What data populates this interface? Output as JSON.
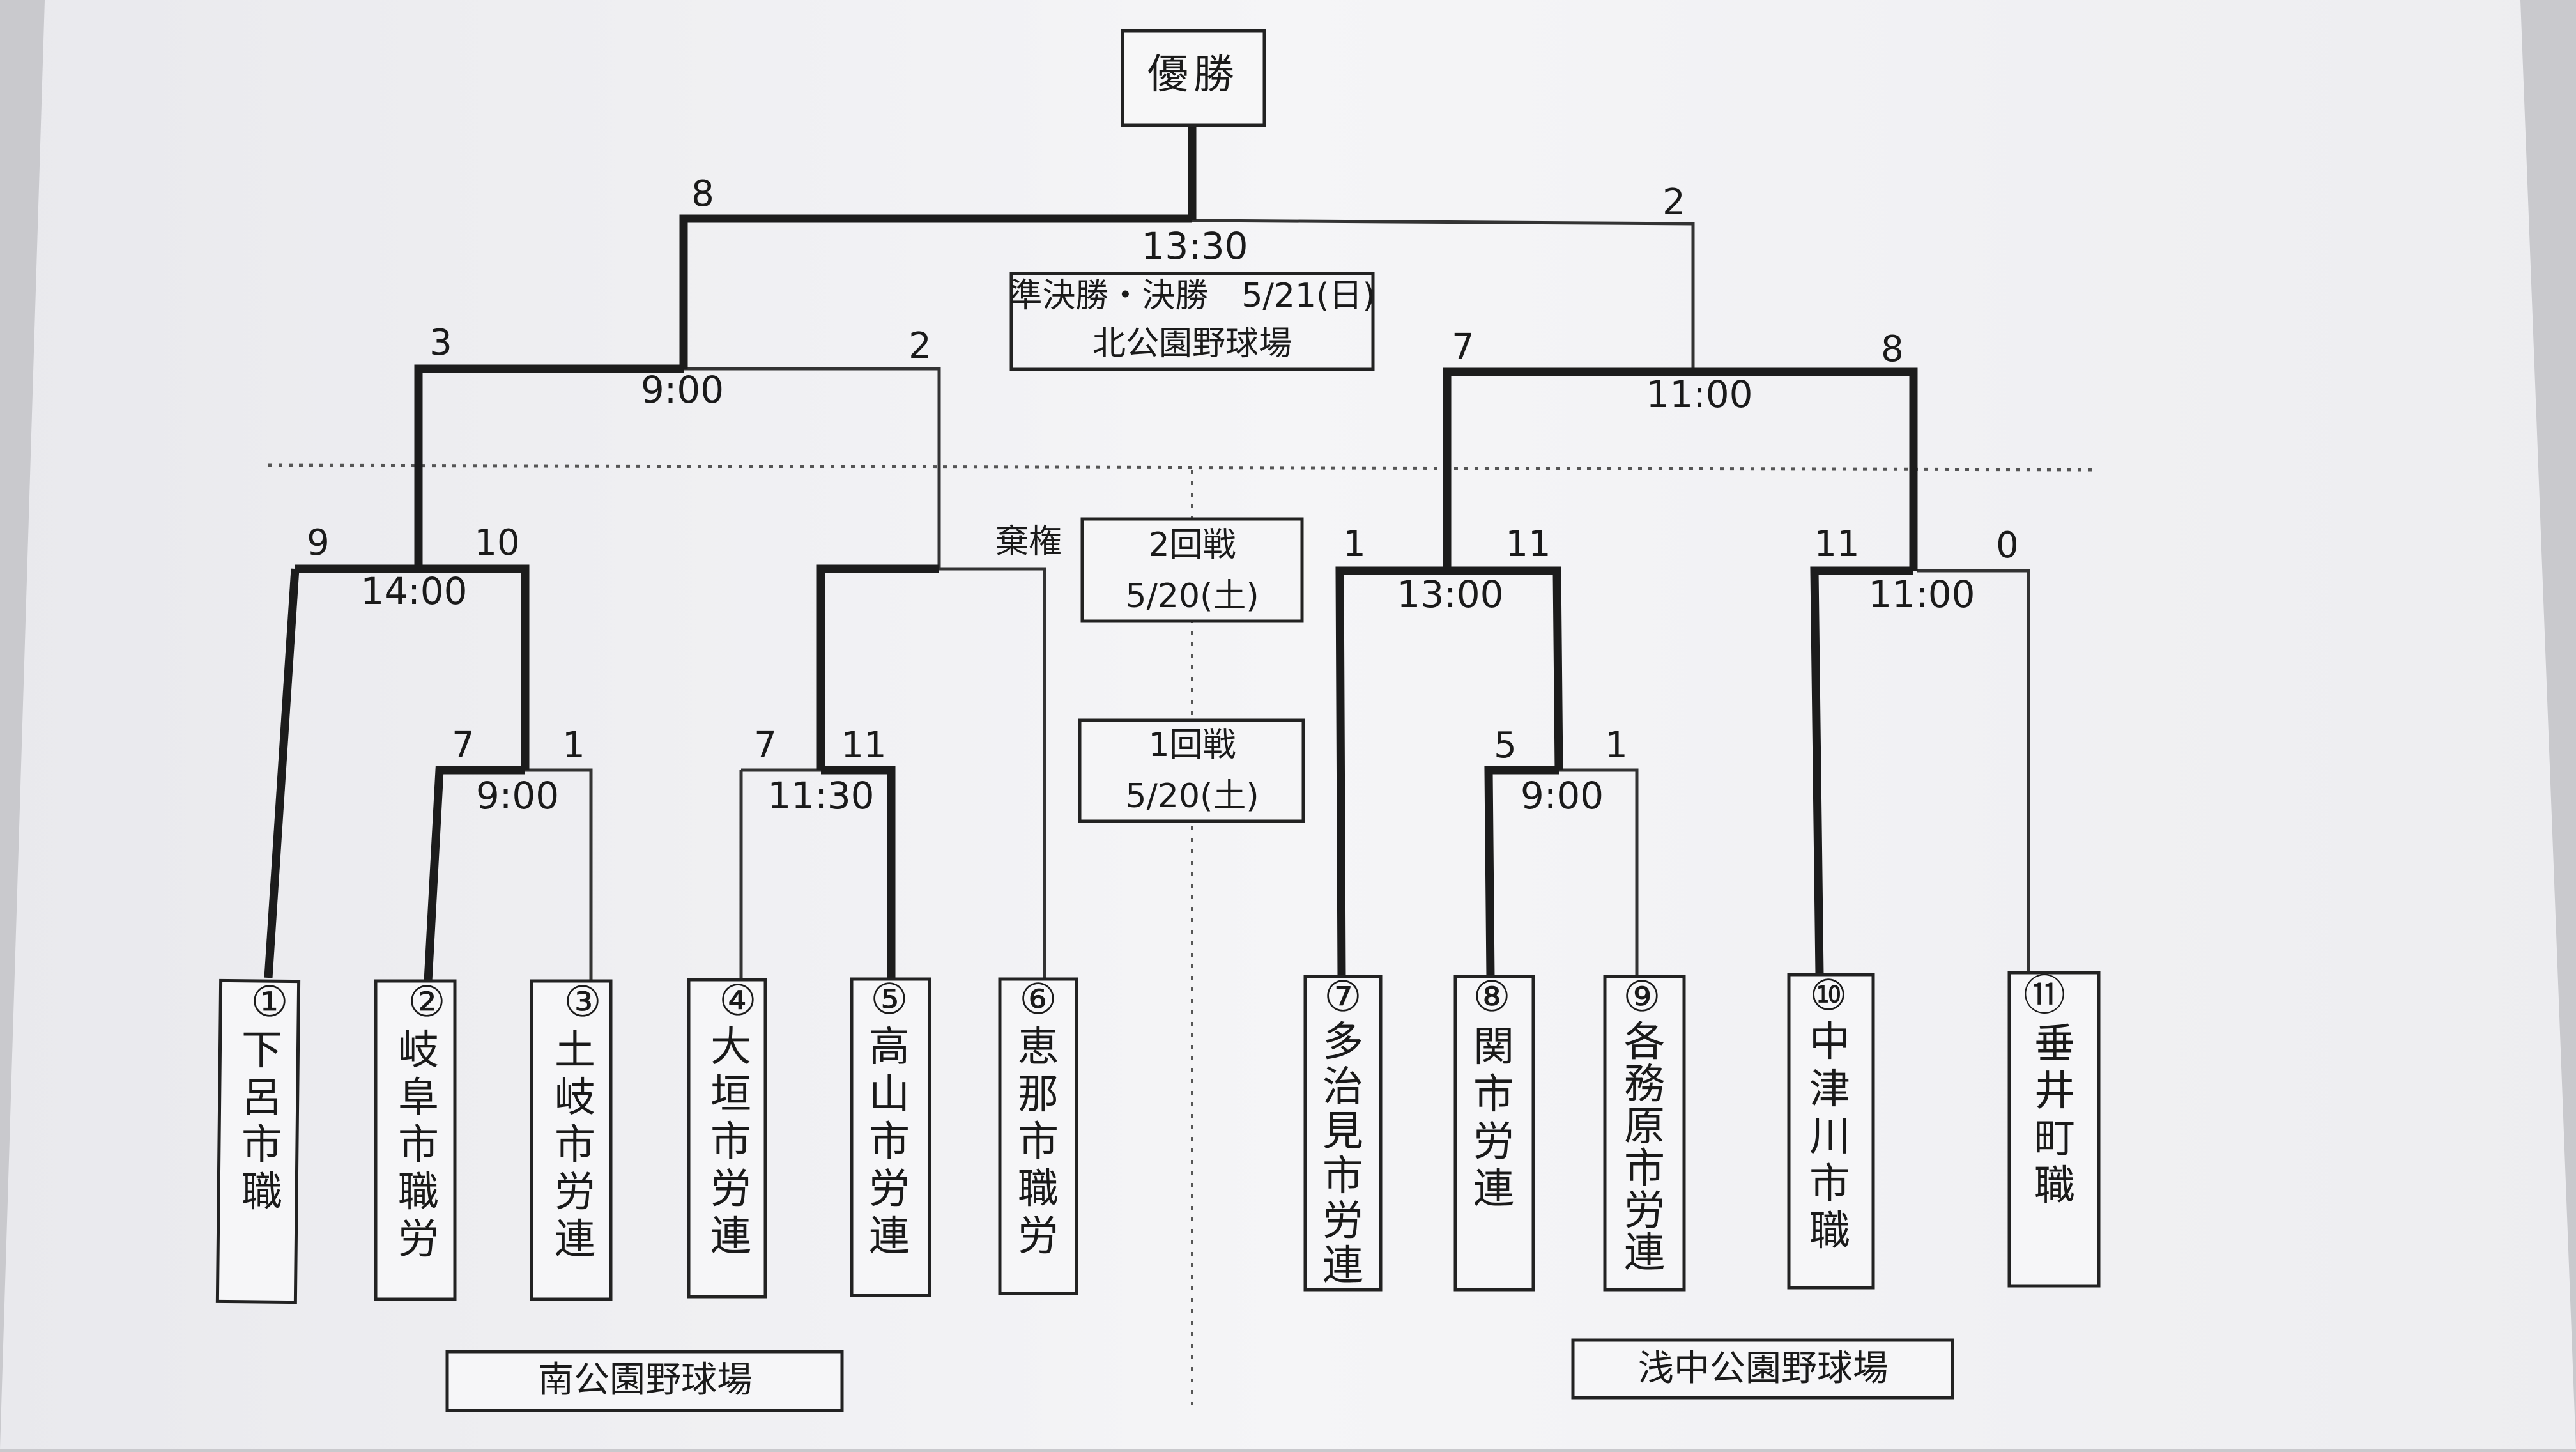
{
  "title": "優勝",
  "final": {
    "time": "13:30",
    "info_line1": "準決勝・決勝　5/21(日)",
    "info_line2": "北公園野球場",
    "left_score": "8",
    "right_score": "2"
  },
  "semifinals": [
    {
      "time": "9:00",
      "left_score": "3",
      "right_score": "2"
    },
    {
      "time": "11:00",
      "left_score": "7",
      "right_score": "8"
    }
  ],
  "quarterfinals": [
    {
      "time": "14:00",
      "left_score": "9",
      "right_score": "10"
    },
    {
      "time": "",
      "left_score": "",
      "right_score": "棄権"
    },
    {
      "time": "13:00",
      "left_score": "1",
      "right_score": "11"
    },
    {
      "time": "11:00",
      "left_score": "11",
      "right_score": "0"
    }
  ],
  "first_round": [
    {
      "time": "9:00",
      "left_score": "7",
      "right_score": "1"
    },
    {
      "time": "11:30",
      "left_score": "7",
      "right_score": "11"
    },
    {
      "time": "9:00",
      "left_score": "5",
      "right_score": "1"
    }
  ],
  "round_labels": {
    "second_round_name": "2回戦",
    "second_round_date": "5/20(土)",
    "first_round_name": "1回戦",
    "first_round_date": "5/20(土)"
  },
  "teams": [
    {
      "num": "①",
      "name": "下呂市職"
    },
    {
      "num": "②",
      "name": "岐阜市職労"
    },
    {
      "num": "③",
      "name": "土岐市労連"
    },
    {
      "num": "④",
      "name": "大垣市労連"
    },
    {
      "num": "⑤",
      "name": "高山市労連"
    },
    {
      "num": "⑥",
      "name": "恵那市職労"
    },
    {
      "num": "⑦",
      "name": "多治見市労連"
    },
    {
      "num": "⑧",
      "name": "関市労連"
    },
    {
      "num": "⑨",
      "name": "各務原市労連"
    },
    {
      "num": "⑩",
      "name": "中津川市職"
    },
    {
      "num": "⑪",
      "name": "垂井町職"
    }
  ],
  "venues": {
    "left": "南公園野球場",
    "right": "浅中公園野球場"
  },
  "colors": {
    "paper": "#f4f4f6",
    "ink": "#222222"
  }
}
